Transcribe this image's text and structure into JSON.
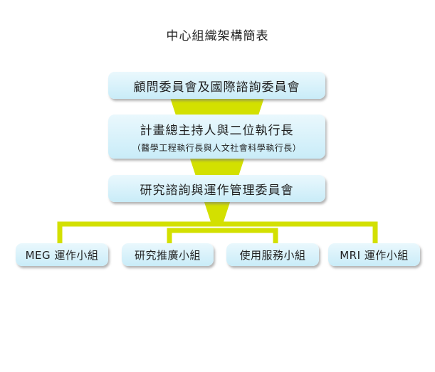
{
  "title": "中心組織架構簡表",
  "colors": {
    "connector": "#d3e000",
    "box_top": "#eaf8fd",
    "box_bottom": "#c9ecf8"
  },
  "nodes": {
    "advisory": {
      "label": "顧問委員會及國際諮詢委員會"
    },
    "director": {
      "label": "計畫總主持人與二位執行長",
      "sub": "（醫學工程執行長與人文社會科學執行長）"
    },
    "committee": {
      "label": "研究諮詢與運作管理委員會"
    },
    "groups": [
      {
        "label": "MEG 運作小組"
      },
      {
        "label": "研究推廣小組"
      },
      {
        "label": "使用服務小組"
      },
      {
        "label": "MRI 運作小組"
      }
    ]
  }
}
